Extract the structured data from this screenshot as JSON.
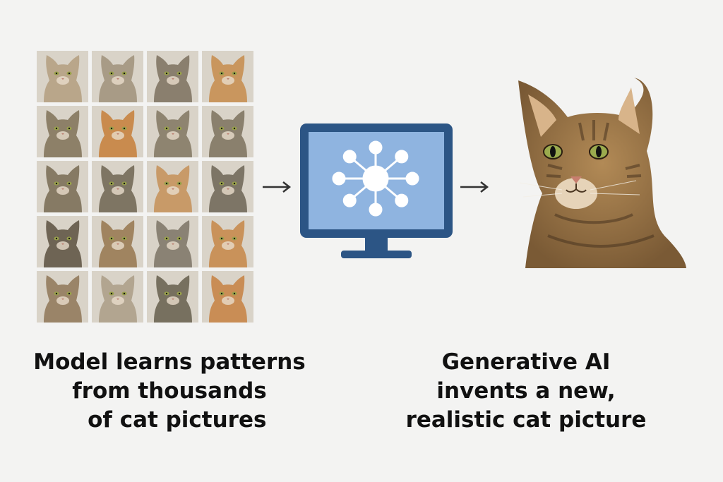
{
  "training_grid": {
    "rows": 5,
    "columns": 4,
    "cat_tones": [
      [
        "#b9a68a",
        "#a89b86",
        "#8a7f6e",
        "#c9965e"
      ],
      [
        "#8d8068",
        "#c98b4e",
        "#8e8470",
        "#8a806d"
      ],
      [
        "#867a64",
        "#7e7563",
        "#c89a68",
        "#7d7566"
      ],
      [
        "#6e6454",
        "#a08460",
        "#8a8274",
        "#c9925a"
      ],
      [
        "#9a8468",
        "#b2a590",
        "#77705f",
        "#c98d55"
      ]
    ]
  },
  "model": {
    "icon": "neural-network-icon",
    "frame_color": "#2c5585",
    "screen_color": "#8fb4e0"
  },
  "output": {
    "icon": "generated-cat-image"
  },
  "captions": {
    "left": "Model learns patterns\nfrom thousands\n  of cat pictures",
    "right": "Generative AI\ninvents a new,\nrealistic cat picture"
  }
}
